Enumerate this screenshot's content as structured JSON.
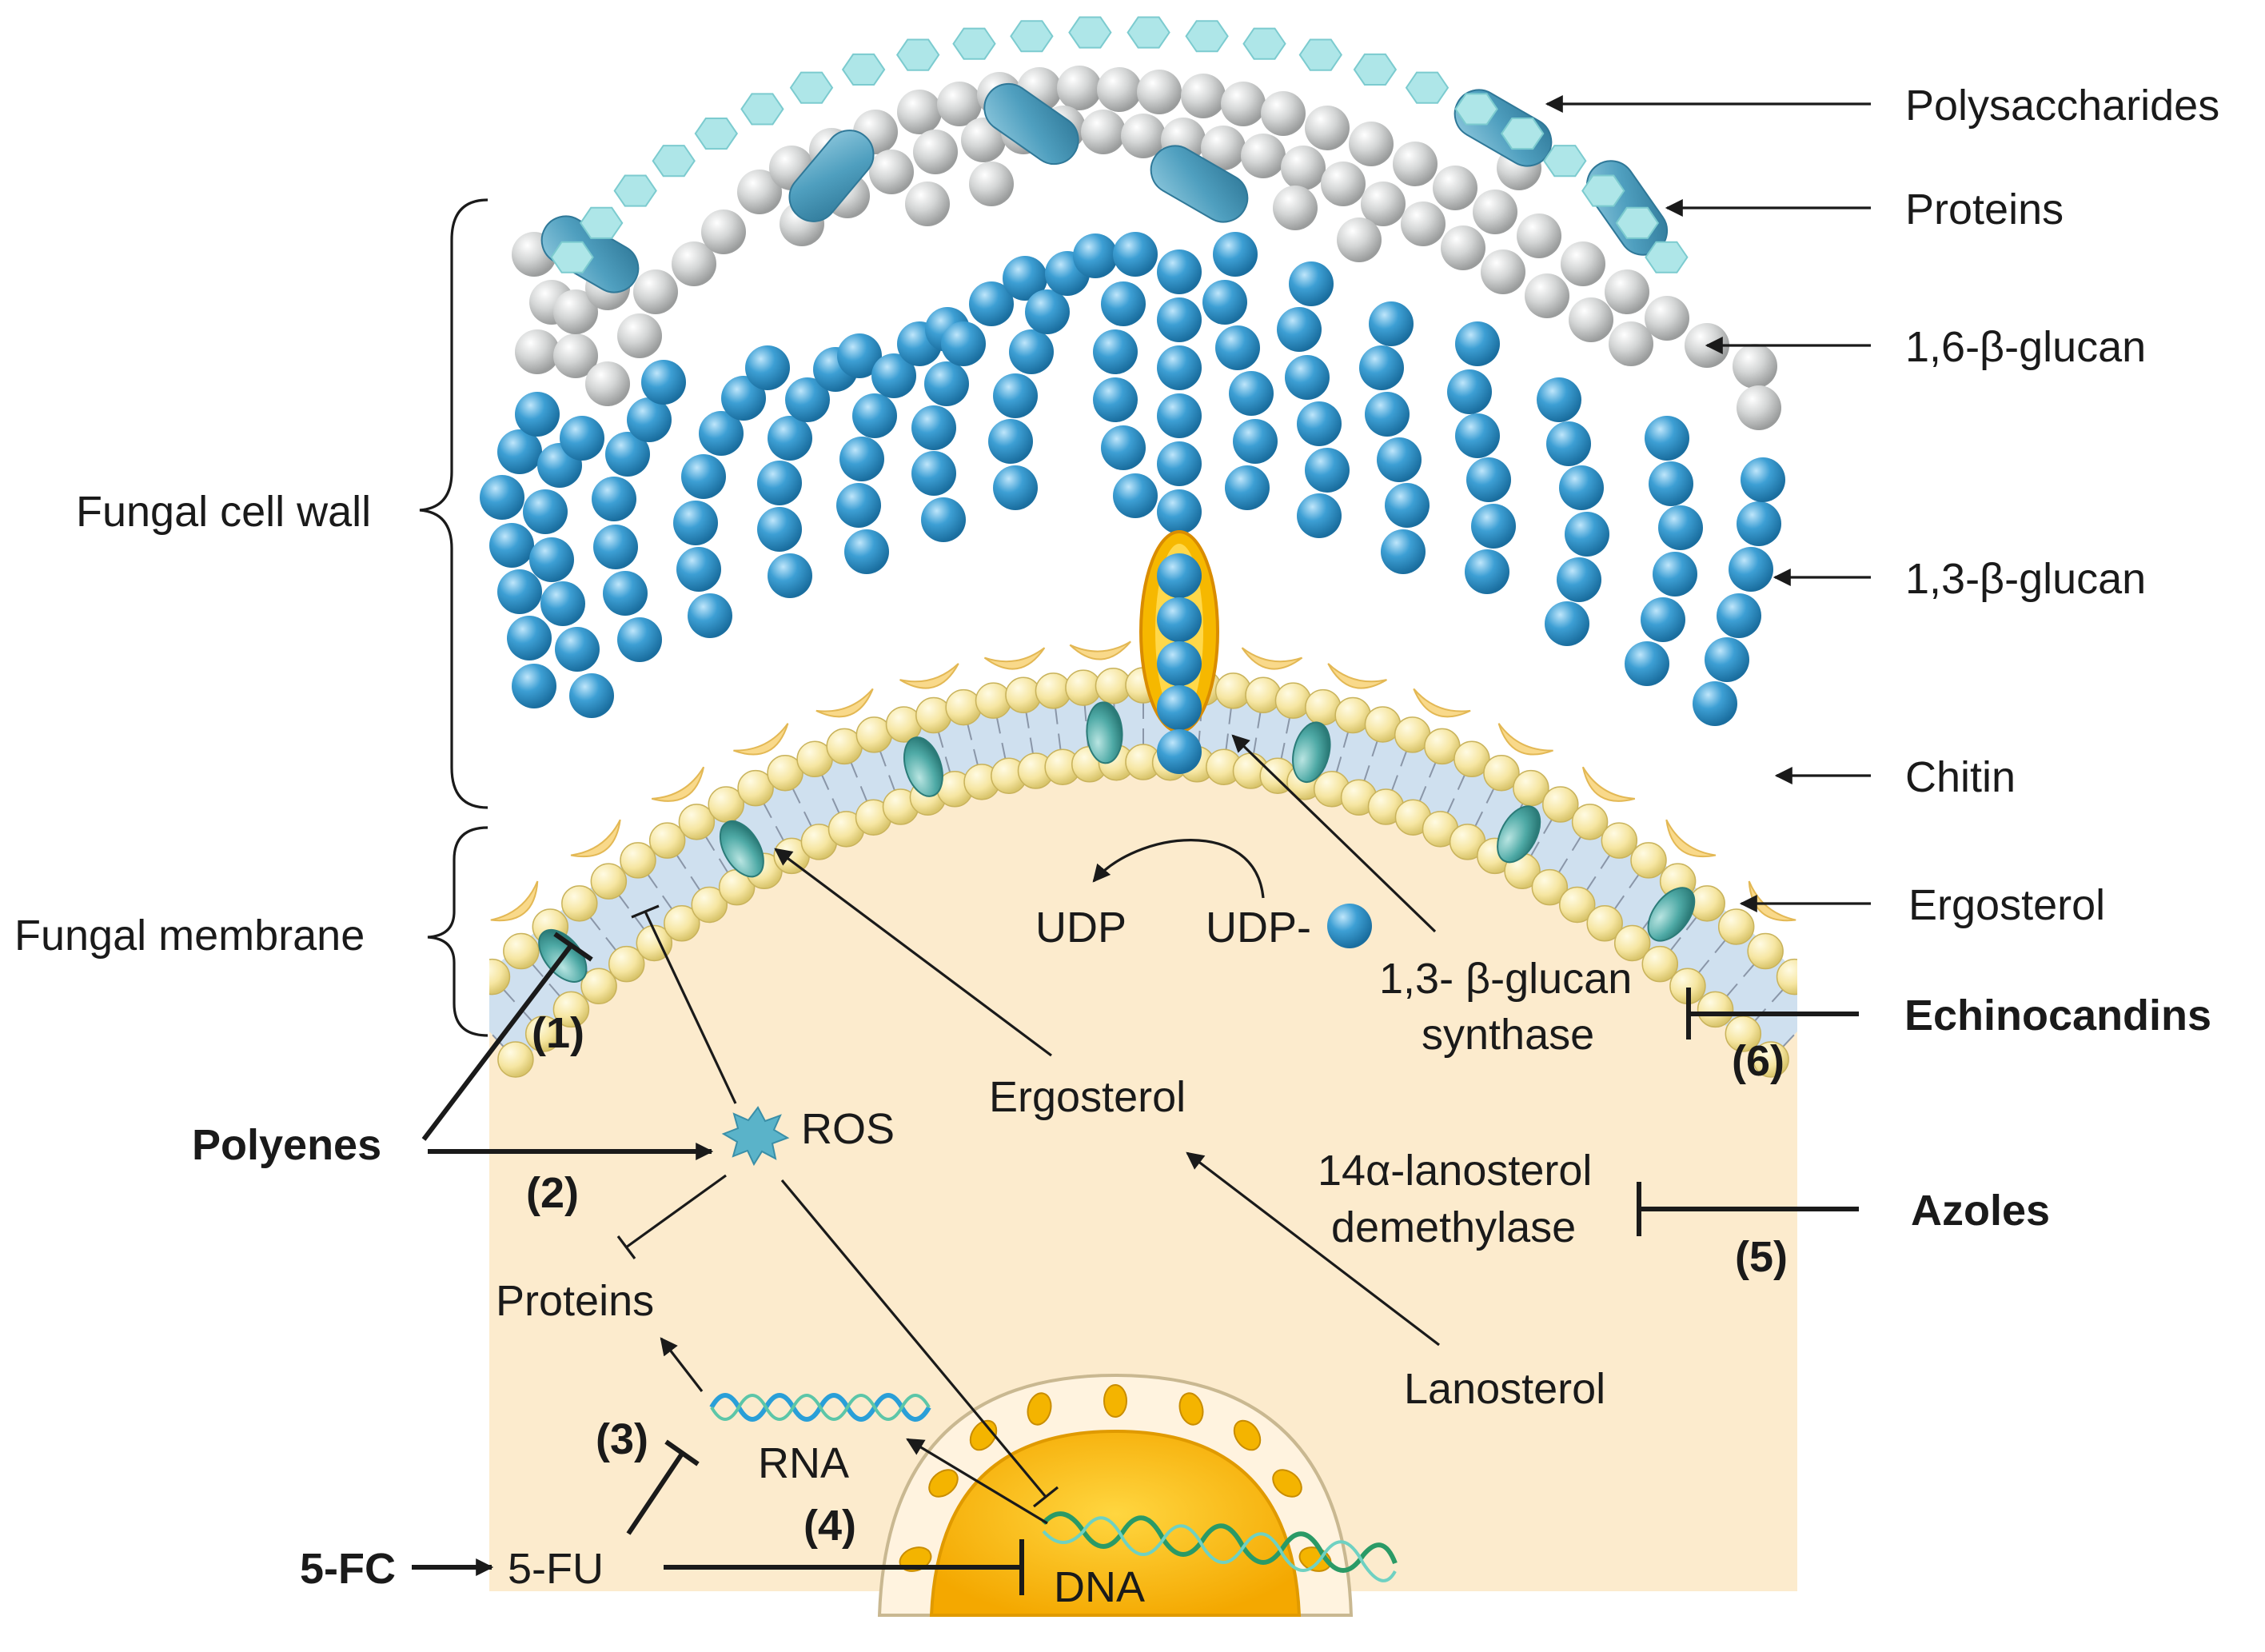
{
  "figure": {
    "wall_layers": {
      "polysaccharides": "Polysaccharides",
      "proteins": "Proteins",
      "glucan_16": "1,6-β-glucan",
      "glucan_13": "1,3-β-glucan",
      "chitin": "Chitin",
      "ergosterol": "Ergosterol"
    },
    "regions": {
      "cell_wall": "Fungal cell wall",
      "membrane": "Fungal membrane"
    },
    "drugs": {
      "polyenes": "Polyenes",
      "echinocandins": "Echinocandins",
      "azoles": "Azoles",
      "five_fc": "5-FC"
    },
    "targets": {
      "n1": "(1)",
      "n2": "(2)",
      "n3": "(3)",
      "n4": "(4)",
      "n5": "(5)",
      "n6": "(6)"
    },
    "molecules": {
      "udp": "UDP",
      "udp_sugar": "UDP-",
      "glucan_synthase_1": "1,3- β-glucan",
      "glucan_synthase_2": "synthase",
      "ergosterol": "Ergosterol",
      "lanosterol_demethylase_1": "14α-lanosterol",
      "lanosterol_demethylase_2": "demethylase",
      "lanosterol": "Lanosterol",
      "ros": "ROS",
      "proteins": "Proteins",
      "rna": "RNA",
      "dna": "DNA",
      "five_fu": "5-FU"
    },
    "colors": {
      "cytoplasm": "#fcebcd",
      "glucan_13": "#2f8fc4",
      "glucan_16": "#c7c9c9",
      "polysaccharide": "#9edfe2",
      "protein": "#5aa6c6",
      "chitin": "#f9d98a",
      "lipid_head": "#f7e9a8",
      "ergosterol": "#5fb3b1",
      "nucleus": "#f6b800"
    }
  }
}
